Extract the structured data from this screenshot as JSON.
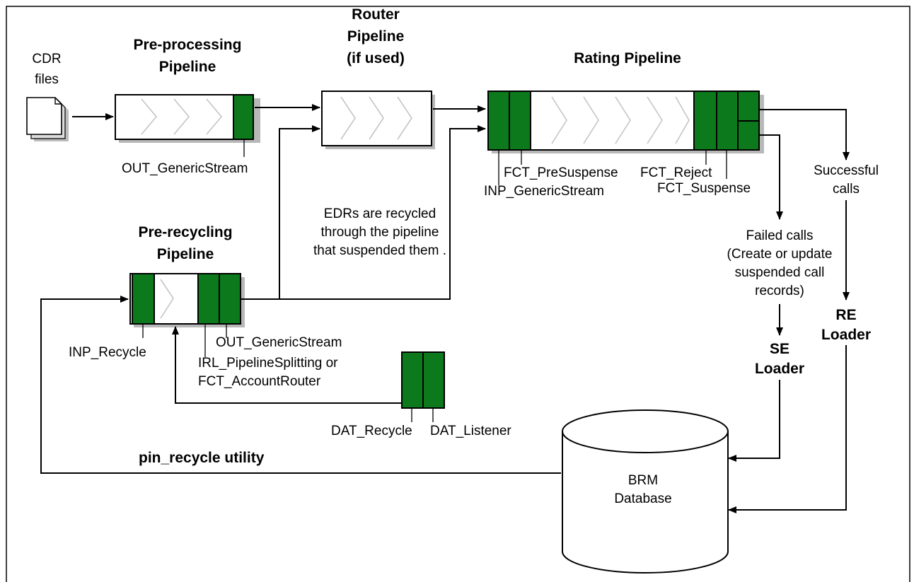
{
  "input": {
    "label_line1": "CDR",
    "label_line2": "files",
    "icon": "document-stack-icon"
  },
  "preprocessing": {
    "title_line1": "Pre-processing",
    "title_line2": "Pipeline",
    "out_module": "OUT_GenericStream"
  },
  "router": {
    "title_line1": "Router",
    "title_line2": "Pipeline",
    "title_line3": "(if used)"
  },
  "rating": {
    "title": "Rating Pipeline",
    "modules": {
      "pre_suspense": "FCT_PreSuspense",
      "reject": "FCT_Reject",
      "inp": "INP_GenericStream",
      "suspense": "FCT_Suspense"
    }
  },
  "recycle_note": {
    "line1": "EDRs are recycled",
    "line2": "through the pipeline",
    "line3": "that suspended them ."
  },
  "prerecycling": {
    "title_line1": "Pre-recycling",
    "title_line2": "Pipeline",
    "modules": {
      "inp": "INP_Recycle",
      "out": "OUT_GenericStream",
      "splitting_line1": "IRL_PipelineSplitting or",
      "splitting_line2": "FCT_AccountRouter"
    }
  },
  "successful": {
    "line1": "Successful",
    "line2": "calls"
  },
  "failed": {
    "line1": "Failed calls",
    "line2": "(Create  or update",
    "line3": "suspended call",
    "line4": "records)"
  },
  "se_loader": {
    "line1": "SE",
    "line2": "Loader"
  },
  "re_loader": {
    "line1": "RE",
    "line2": "Loader"
  },
  "dat_modules": {
    "recycle": "DAT_Recycle",
    "listener": "DAT_Listener"
  },
  "utility": "pin_recycle utility",
  "database": {
    "line1": "BRM",
    "line2": "Database",
    "icon": "database-cylinder-icon"
  },
  "colors": {
    "module_green": "#0c7a1c",
    "shadow_gray": "#b8b8b8",
    "chevron_gray": "#c4c4c4"
  }
}
